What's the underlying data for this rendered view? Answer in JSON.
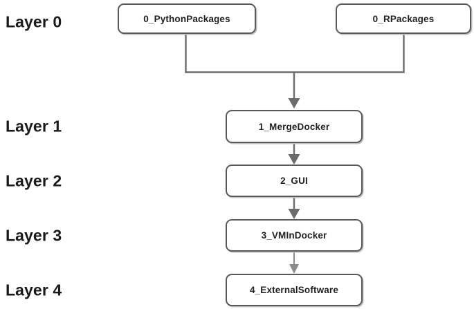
{
  "diagram": {
    "title": "Layered build pipeline diagram",
    "background_color": "#ffffff",
    "node_border_color": "#595959",
    "edge_color": "#6b6b6b",
    "edge_color_light": "#8c8c8c",
    "text_color": "#1f1f1f"
  },
  "layers": [
    {
      "label": "Layer 0"
    },
    {
      "label": "Layer 1"
    },
    {
      "label": "Layer 2"
    },
    {
      "label": "Layer 3"
    },
    {
      "label": "Layer 4"
    }
  ],
  "nodes": [
    {
      "id": "python-packages",
      "label": "0_PythonPackages",
      "layer": "Layer 0"
    },
    {
      "id": "r-packages",
      "label": "0_RPackages",
      "layer": "Layer 0"
    },
    {
      "id": "merge-docker",
      "label": "1_MergeDocker",
      "layer": "Layer 1"
    },
    {
      "id": "gui",
      "label": "2_GUI",
      "layer": "Layer 2"
    },
    {
      "id": "vm-in-docker",
      "label": "3_VMInDocker",
      "layer": "Layer 3"
    },
    {
      "id": "external-software",
      "label": "4_ExternalSoftware",
      "layer": "Layer 4"
    }
  ],
  "edges": [
    {
      "from": "0_PythonPackages",
      "to": "1_MergeDocker",
      "arrow": true
    },
    {
      "from": "0_RPackages",
      "to": "1_MergeDocker",
      "arrow": true
    },
    {
      "from": "1_MergeDocker",
      "to": "2_GUI",
      "arrow": true
    },
    {
      "from": "2_GUI",
      "to": "3_VMInDocker",
      "arrow": true
    },
    {
      "from": "3_VMInDocker",
      "to": "4_ExternalSoftware",
      "arrow": true
    }
  ]
}
